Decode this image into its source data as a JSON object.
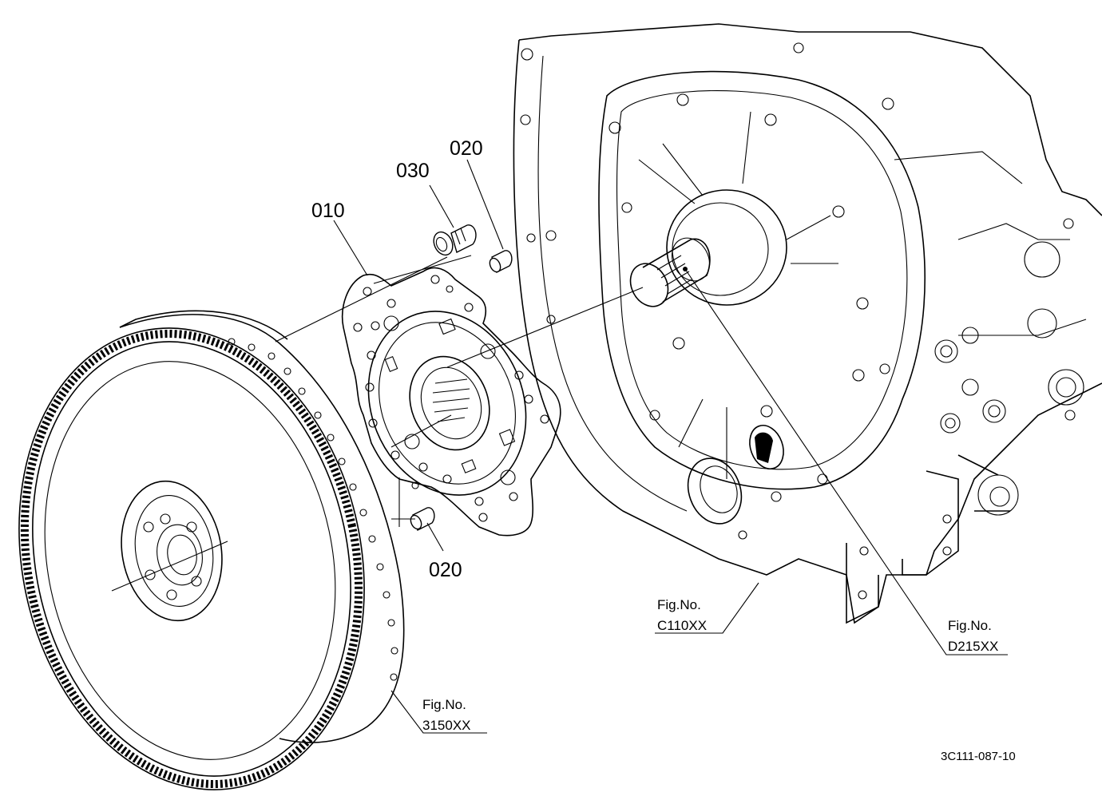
{
  "callouts": {
    "plate": "010",
    "pin_upper": "020",
    "pin_lower": "020",
    "bolt": "030"
  },
  "references": {
    "flywheel": {
      "line1": "Fig.No.",
      "line2": "3150XX"
    },
    "housing": {
      "line1": "Fig.No.",
      "line2": "C110XX"
    },
    "shaft": {
      "line1": "Fig.No.",
      "line2": "D215XX"
    }
  },
  "drawing_code": "3C111-087-10"
}
